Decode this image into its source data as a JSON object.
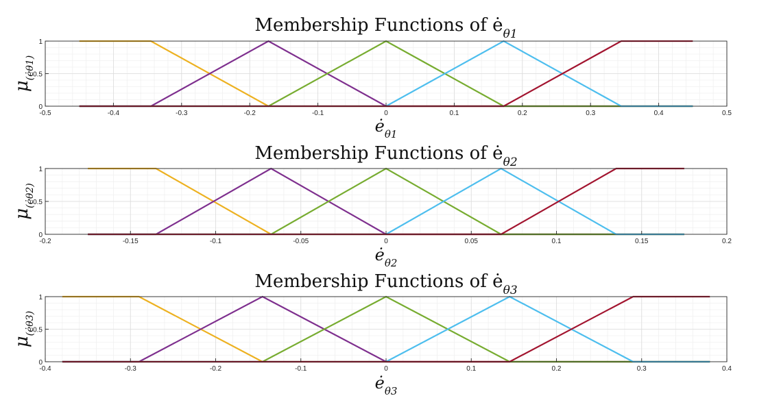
{
  "chart_data": [
    {
      "type": "line",
      "title": "Membership Functions of ė_θ1",
      "xlabel": "ė_θ1",
      "ylabel": "μ(ė_θ1)",
      "xlim": [
        -0.5,
        0.5
      ],
      "ylim": [
        0,
        1
      ],
      "xticks": [
        "-0.5",
        "-0.4",
        "-0.3",
        "-0.2",
        "-0.1",
        "0",
        "0.1",
        "0.2",
        "0.3",
        "0.4",
        "0.5"
      ],
      "yticks": [
        "0",
        "0.5",
        "1"
      ],
      "grid": true,
      "series": [
        {
          "color": "#EDB120",
          "x": [
            -0.45,
            -0.345,
            -0.1725,
            0.45
          ],
          "y": [
            1,
            1,
            0,
            0
          ]
        },
        {
          "color": "#7E2F8E",
          "x": [
            -0.45,
            -0.345,
            -0.1725,
            0,
            0.45
          ],
          "y": [
            0,
            0,
            1,
            0,
            0
          ]
        },
        {
          "color": "#77AC30",
          "x": [
            -0.45,
            -0.1725,
            0,
            0.1725,
            0.45
          ],
          "y": [
            0,
            0,
            1,
            0,
            0
          ]
        },
        {
          "color": "#4DBEEE",
          "x": [
            -0.45,
            0,
            0.1725,
            0.345,
            0.45
          ],
          "y": [
            0,
            0,
            1,
            0,
            0
          ]
        },
        {
          "color": "#A2142F",
          "x": [
            -0.45,
            0.1725,
            0.345,
            0.45
          ],
          "y": [
            0,
            0,
            1,
            1
          ]
        }
      ]
    },
    {
      "type": "line",
      "title": "Membership Functions of ė_θ2",
      "xlabel": "ė_θ2",
      "ylabel": "μ(ė_θ2)",
      "xlim": [
        -0.2,
        0.2
      ],
      "ylim": [
        0,
        1
      ],
      "xticks": [
        "-0.2",
        "-0.15",
        "-0.1",
        "-0.05",
        "0",
        "0.05",
        "0.1",
        "0.15",
        "0.2"
      ],
      "yticks": [
        "0",
        "0.5",
        "1"
      ],
      "grid": true,
      "series": [
        {
          "color": "#EDB120",
          "x": [
            -0.175,
            -0.135,
            -0.0675,
            0.175
          ],
          "y": [
            1,
            1,
            0,
            0
          ]
        },
        {
          "color": "#7E2F8E",
          "x": [
            -0.175,
            -0.135,
            -0.0675,
            0,
            0.175
          ],
          "y": [
            0,
            0,
            1,
            0,
            0
          ]
        },
        {
          "color": "#77AC30",
          "x": [
            -0.175,
            -0.0675,
            0,
            0.0675,
            0.175
          ],
          "y": [
            0,
            0,
            1,
            0,
            0
          ]
        },
        {
          "color": "#4DBEEE",
          "x": [
            -0.175,
            0,
            0.0675,
            0.135,
            0.175
          ],
          "y": [
            0,
            0,
            1,
            0,
            0
          ]
        },
        {
          "color": "#A2142F",
          "x": [
            -0.175,
            0.0675,
            0.135,
            0.175
          ],
          "y": [
            0,
            0,
            1,
            1
          ]
        }
      ]
    },
    {
      "type": "line",
      "title": "Membership Functions of ė_θ3",
      "xlabel": "ė_θ3",
      "ylabel": "μ(ė_θ3)",
      "xlim": [
        -0.4,
        0.4
      ],
      "ylim": [
        0,
        1
      ],
      "xticks": [
        "-0.4",
        "-0.3",
        "-0.2",
        "-0.1",
        "0",
        "0.1",
        "0.2",
        "0.3",
        "0.4"
      ],
      "yticks": [
        "0",
        "0.5",
        "1"
      ],
      "grid": true,
      "series": [
        {
          "color": "#EDB120",
          "x": [
            -0.38,
            -0.29,
            -0.145,
            0.38
          ],
          "y": [
            1,
            1,
            0,
            0
          ]
        },
        {
          "color": "#7E2F8E",
          "x": [
            -0.38,
            -0.29,
            -0.145,
            0,
            0.38
          ],
          "y": [
            0,
            0,
            1,
            0,
            0
          ]
        },
        {
          "color": "#77AC30",
          "x": [
            -0.38,
            -0.145,
            0,
            0.145,
            0.38
          ],
          "y": [
            0,
            0,
            1,
            0,
            0
          ]
        },
        {
          "color": "#4DBEEE",
          "x": [
            -0.38,
            0,
            0.145,
            0.29,
            0.38
          ],
          "y": [
            0,
            0,
            1,
            0,
            0
          ]
        },
        {
          "color": "#A2142F",
          "x": [
            -0.38,
            0.145,
            0.29,
            0.38
          ],
          "y": [
            0,
            0,
            1,
            1
          ]
        }
      ]
    }
  ]
}
